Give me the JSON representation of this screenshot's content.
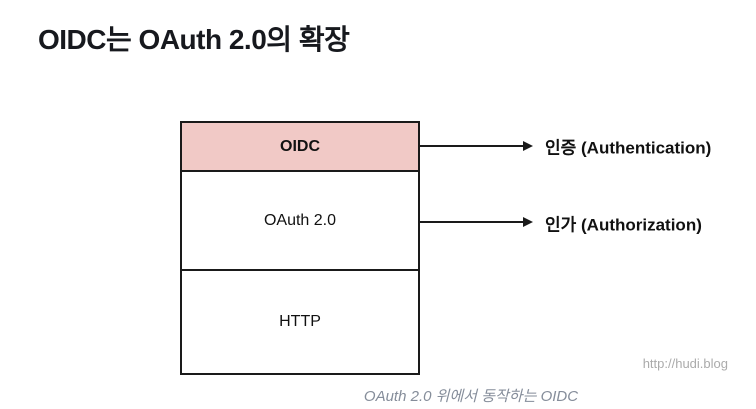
{
  "page": {
    "title": "OIDC는 OAuth 2.0의 확장",
    "background": "#ffffff"
  },
  "diagram": {
    "type": "layered-stack",
    "border_color": "#1a1a1a",
    "layers": [
      {
        "label": "OIDC",
        "fill": "#f1c9c6",
        "bold": true
      },
      {
        "label": "OAuth 2.0",
        "fill": "#ffffff",
        "bold": false
      },
      {
        "label": "HTTP",
        "fill": "#ffffff",
        "bold": false
      }
    ],
    "annotations": [
      {
        "label": "인증 (Authentication)",
        "from_layer": "OIDC",
        "arrow": "right"
      },
      {
        "label": "인가 (Authorization)",
        "from_layer": "OAuth 2.0",
        "arrow": "right"
      }
    ]
  },
  "watermark": "http://hudi.blog",
  "caption": "OAuth 2.0 위에서 동작하는 OIDC",
  "colors": {
    "title_text": "#17191e",
    "layer_highlight": "#f1c9c6",
    "stroke": "#1a1a1a",
    "watermark_text": "#ababab",
    "caption_text": "#858d9a"
  }
}
